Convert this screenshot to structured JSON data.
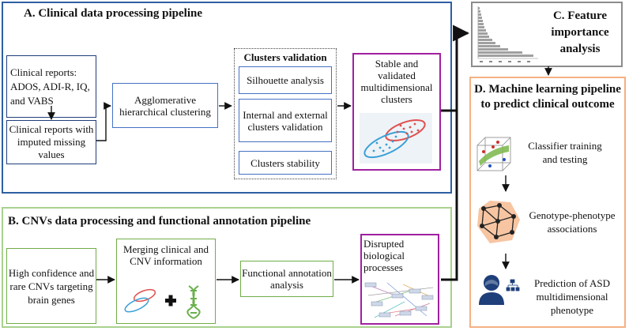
{
  "panel_a": {
    "title": "A. Clinical data processing pipeline",
    "reports": "Clinical reports: ADOS, ADI-R, IQ, and VABS",
    "imputed": "Clinical reports with imputed missing values",
    "clustering": "Agglomerative hierarchical clustering",
    "validation_title": "Clusters validation",
    "silhouette": "Silhouette analysis",
    "int_ext": "Internal and external clusters validation",
    "stability": "Clusters stability",
    "stable": "Stable and validated multidimensional clusters"
  },
  "panel_b": {
    "title": "B. CNVs data processing and functional annotation pipeline",
    "cnvs": "High confidence and rare CNVs targeting brain genes",
    "merging": "Merging clinical and CNV information",
    "functional": "Functional annotation analysis",
    "disrupted": "Disrupted biological processes"
  },
  "panel_c": {
    "title": "C. Feature importance analysis"
  },
  "panel_d": {
    "title": "D. Machine learning pipeline to predict clinical outcome",
    "classifier": "Classifier training and testing",
    "genotype": "Genotype-phenotype associations",
    "prediction": "Prediction of ASD multidimensional phenotype"
  },
  "colors": {
    "panel_a_border": "#2e5fa3",
    "panel_b_border": "#8dc26f",
    "panel_d_border": "#f4b183",
    "purple": "#a020a0",
    "cluster_red": "#e05050",
    "cluster_blue": "#3aa0d8"
  },
  "icons": [
    "scatter-cluster-icon",
    "plus-icon",
    "dna-icon",
    "network-graph-icon",
    "cube-classifier-icon",
    "hexagon-network-icon",
    "person-icon",
    "bar-chart-icon"
  ]
}
